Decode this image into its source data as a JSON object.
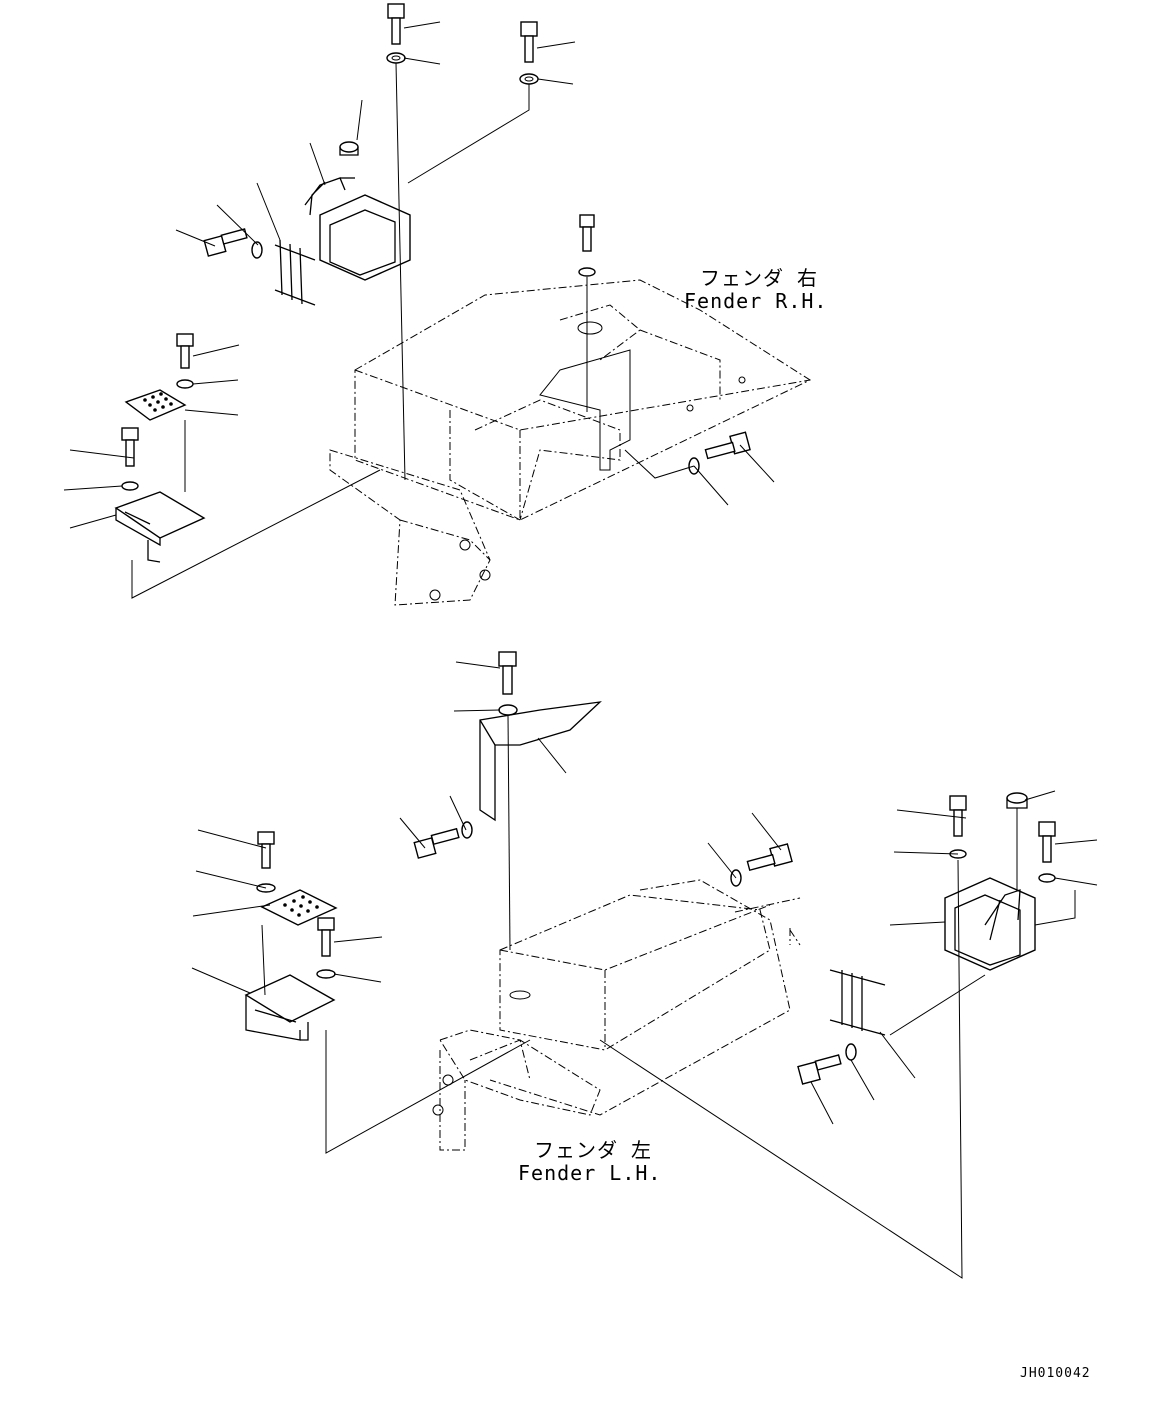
{
  "labels": {
    "fender_rh_jp": "フェンダ 右",
    "fender_rh_en": "Fender R.H.",
    "fender_lh_jp": "フェンダ 左",
    "fender_lh_en": "Fender L.H.",
    "drawing_code": "JH010042"
  }
}
